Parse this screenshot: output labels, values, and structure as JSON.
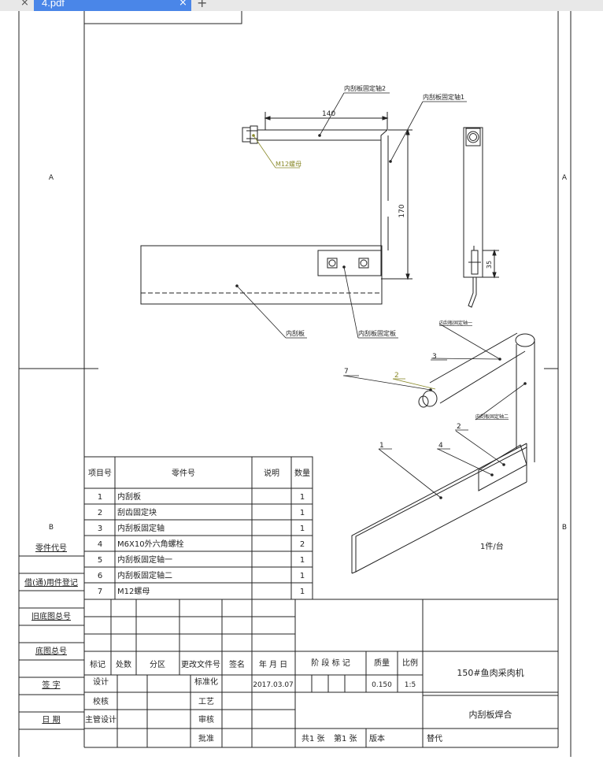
{
  "tab": {
    "title": "4.pdf",
    "close_left": "×",
    "close": "×",
    "new": "+"
  },
  "zones": {
    "a_left": "A",
    "a_right": "A",
    "b_left": "B",
    "b_right": "B"
  },
  "side_labels": {
    "part_code": "零件代号",
    "borrowed": "借(通)用件登记",
    "old_base": "旧底图总号",
    "base_total": "底图总号",
    "sign": "签  字",
    "date": "日  期"
  },
  "drawing_labels": {
    "shaft2": "内刮板固定轴2",
    "shaft1": "内刮板固定轴1",
    "nut": "M12螺母",
    "dim_140": "140",
    "dim_170": "170",
    "dim_35": "35",
    "scraper": "内刮板",
    "fixed_plate": "内刮板固定板",
    "iso_shaft1": "内刮板固定轴一",
    "iso_shaft2": "内刮板固定轴二",
    "qty_note": "1件/台"
  },
  "balloons": [
    "7",
    "2",
    "3",
    "2",
    "4",
    "1"
  ],
  "bom": {
    "headers": [
      "项目号",
      "零件号",
      "说明",
      "数量"
    ],
    "rows": [
      {
        "no": "1",
        "name": "内刮板",
        "desc": "",
        "qty": "1"
      },
      {
        "no": "2",
        "name": "刮齿固定块",
        "desc": "",
        "qty": "1"
      },
      {
        "no": "3",
        "name": "内刮板固定轴",
        "desc": "",
        "qty": "1"
      },
      {
        "no": "4",
        "name": "M6X10外六角螺栓",
        "desc": "",
        "qty": "2"
      },
      {
        "no": "5",
        "name": "内刮板固定轴一",
        "desc": "",
        "qty": "1"
      },
      {
        "no": "6",
        "name": "内刮板固定轴二",
        "desc": "",
        "qty": "1"
      },
      {
        "no": "7",
        "name": "M12螺母",
        "desc": "",
        "qty": "1"
      }
    ]
  },
  "title_block": {
    "mark": "标记",
    "count": "处数",
    "zone": "分区",
    "doc_no": "更改文件号",
    "sign": "签名",
    "date": "年 月 日",
    "design": "设计",
    "standard": "标准化",
    "date_value": "2017.03.07",
    "check": "校核",
    "process": "工艺",
    "chief": "主管设计",
    "review": "审核",
    "approve": "批准",
    "stage": "阶 段 标 记",
    "mass": "质量",
    "scale": "比例",
    "mass_value": "0.150",
    "scale_value": "1:5",
    "product": "150#鱼肉采肉机",
    "part_name": "内刮板焊合",
    "sheets": "共1 张",
    "sheet_no": "第1 张",
    "version": "版本",
    "replace": "替代"
  }
}
